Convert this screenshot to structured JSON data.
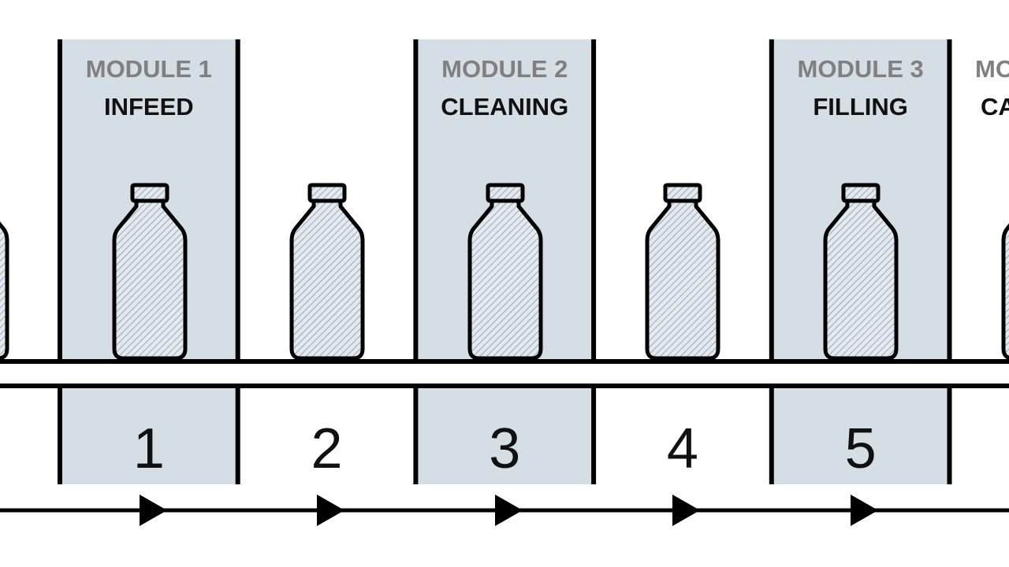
{
  "modules": [
    {
      "module_label": "MODULE 1",
      "name": "INFEED"
    },
    {
      "module_label": "MODULE 2",
      "name": "CLEANING"
    },
    {
      "module_label": "MODULE 3",
      "name": "FILLING"
    },
    {
      "module_label": "MO",
      "name": "CA"
    }
  ],
  "positions": [
    "1",
    "2",
    "3",
    "4",
    "5"
  ],
  "colors": {
    "module_fill": "#d5dde5",
    "line": "#000000",
    "module_text": "#808080",
    "hatch": "#8795a6"
  }
}
